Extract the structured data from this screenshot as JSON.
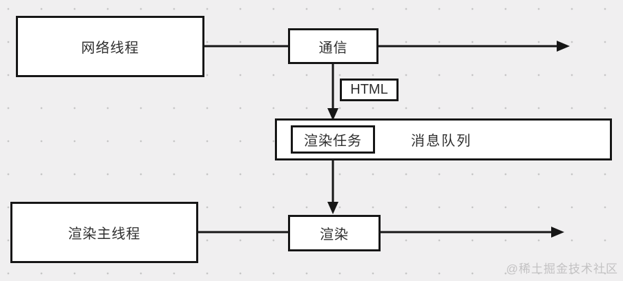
{
  "diagram": {
    "nodes": {
      "network_thread": {
        "label": "网络线程"
      },
      "communication": {
        "label": "通信"
      },
      "html_tag": {
        "label": "HTML"
      },
      "render_task": {
        "label": "渲染任务"
      },
      "message_queue": {
        "label": "消息队列"
      },
      "render_main_thread": {
        "label": "渲染主线程"
      },
      "render": {
        "label": "渲染"
      }
    },
    "colors": {
      "background": "#f0eff0",
      "grid_dot": "#c6c6c6",
      "box_fill": "#ffffff",
      "line": "#161616",
      "text": "#2e2e2e",
      "watermark": "#c3c2c3"
    },
    "watermark": "@稀土掘金技术社区"
  }
}
